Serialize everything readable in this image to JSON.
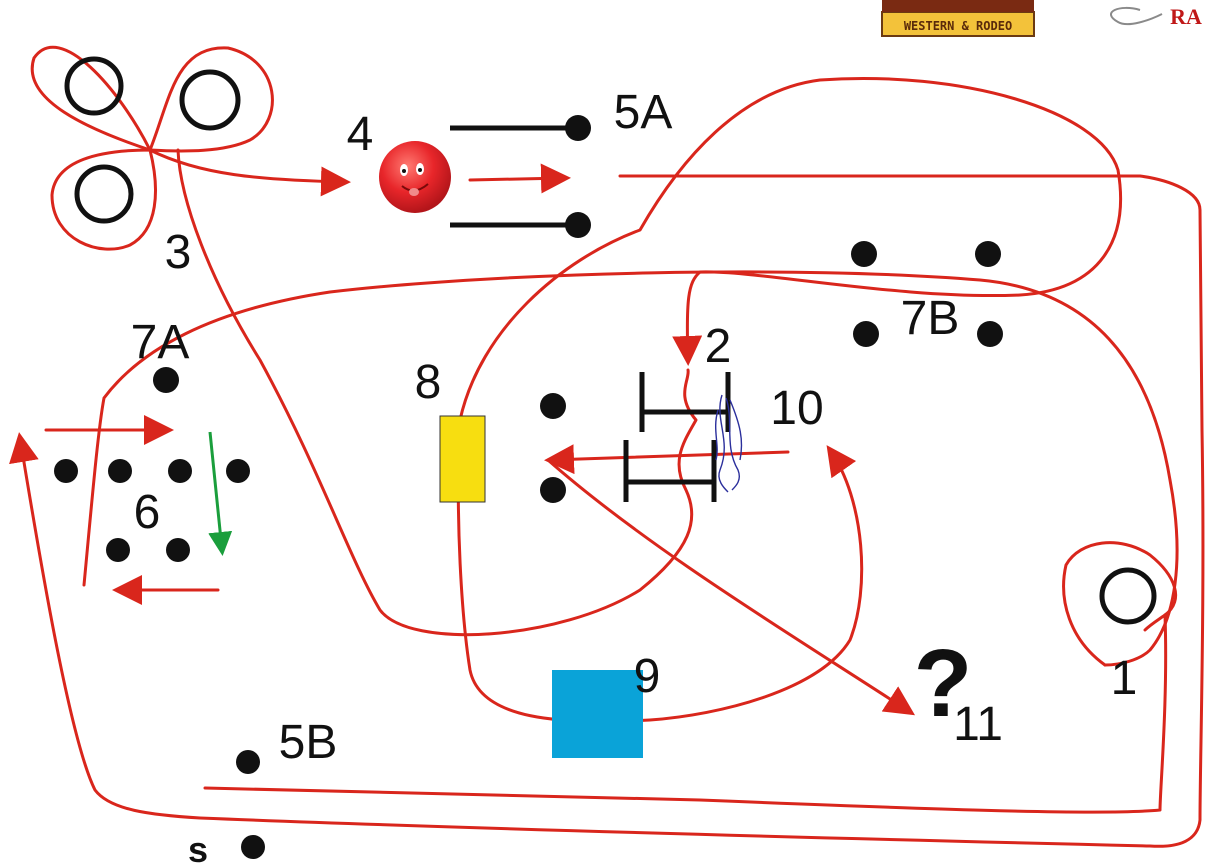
{
  "diagram": {
    "labels": {
      "l1": "1",
      "l2": "2",
      "l3": "3",
      "l4": "4",
      "l5a": "5A",
      "l5b": "5B",
      "l6": "6",
      "l7a": "7A",
      "l7b": "7B",
      "l8": "8",
      "l9": "9",
      "l10": "10",
      "l11": "11",
      "question": "?",
      "start": "s"
    },
    "logos": {
      "western_rodeo": "WESTERN & RODEO",
      "right_logo": "RA"
    }
  },
  "colors": {
    "course_line": "#d9261c",
    "obstacle": "#111111",
    "green_arrow": "#1a9e3c",
    "yellow_panel": "#f7de10",
    "blue_square": "#0aa3d8",
    "ball": "#e8262a",
    "fringe": "#2b2f9c"
  },
  "icons": {
    "ball": "red-ball-face-icon",
    "question": "question-mark-icon"
  }
}
